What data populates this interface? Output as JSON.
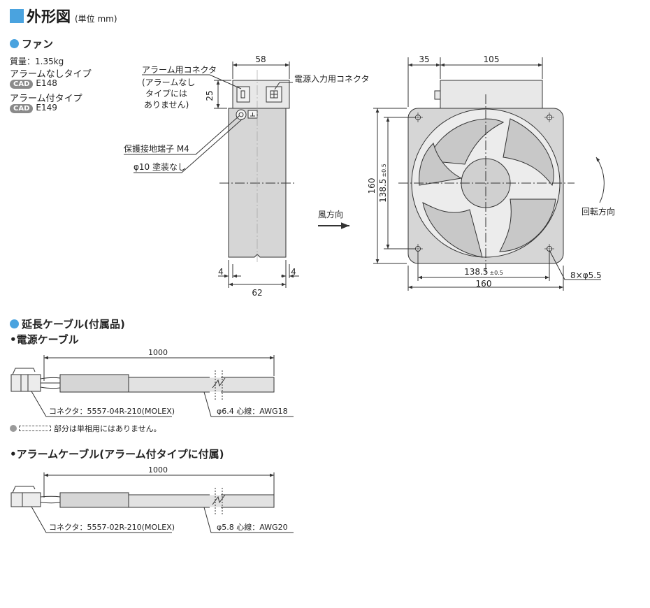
{
  "header": {
    "title": "外形図",
    "unit": "(単位 mm)"
  },
  "fan": {
    "heading": "ファン",
    "mass": "質量：1.35kg",
    "type_no_alarm": "アラームなしタイプ",
    "cad_badge": "CAD",
    "cad_no_alarm": "E148",
    "type_alarm": "アラーム付タイプ",
    "cad_alarm": "E149"
  },
  "side_view": {
    "dim_width_top": "58",
    "dim_height_connector": "25",
    "dim_bottom": "62",
    "dim_left_offset": "4",
    "dim_right_offset": "4",
    "alarm_connector_label": "アラーム用コネクタ",
    "alarm_connector_note_1": "(アラームなし",
    "alarm_connector_note_2": "タイプには",
    "alarm_connector_note_3": "ありません)",
    "power_connector_label": "電源入力用コネクタ",
    "ground_terminal_label": "保護接地端子 M4",
    "unpainted_label": "φ10 塗装なし",
    "airflow_label": "風方向"
  },
  "front_view": {
    "dim_left": "35",
    "dim_right": "105",
    "dim_height": "160",
    "dim_pitch_v": "138.5",
    "dim_pitch_tol": "±0.5",
    "dim_pitch_h": "138.5",
    "dim_width": "160",
    "hole_label": "8×φ5.5",
    "rotation_label": "回転方向"
  },
  "cables": {
    "heading": "延長ケーブル(付属品)",
    "power_title": "•電源ケーブル",
    "power_length": "1000",
    "power_connector": "コネクタ：5557-04R-210(MOLEX)",
    "power_wire": "φ6.4  心線：AWG18",
    "note": "部分は単相用にはありません。",
    "alarm_title": "•アラームケーブル(アラーム付タイプに付属)",
    "alarm_length": "1000",
    "alarm_connector": "コネクタ：5557-02R-210(MOLEX)",
    "alarm_wire": "φ5.8 心線：AWG20"
  },
  "colors": {
    "accent": "#4aa3df",
    "body_fill": "#d6d6d6",
    "cable_fill": "#dcdcdc",
    "line": "#333333"
  }
}
